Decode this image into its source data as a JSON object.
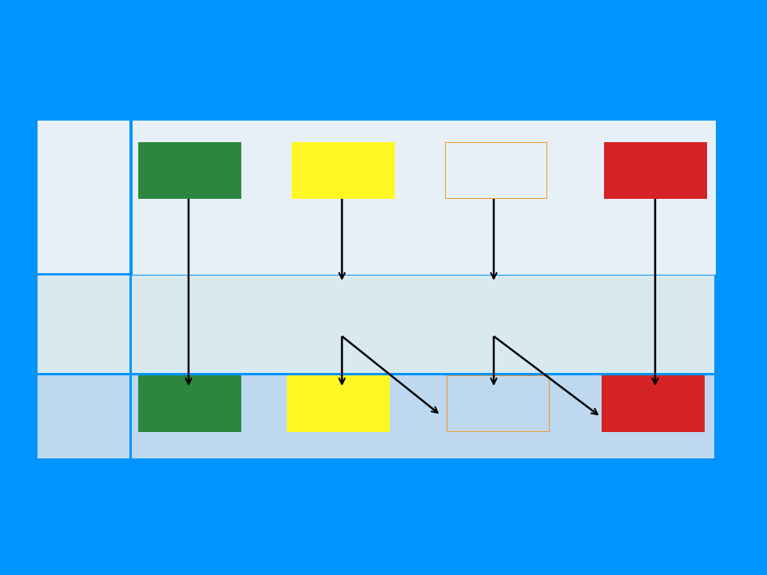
{
  "colors": {
    "background": "#0094ff",
    "row1": "#e8f0f7",
    "row2": "#d8e9f0",
    "row3": "#bed9ef",
    "green": "#2b873f",
    "yellow": "#fff723",
    "red": "#d42326",
    "outline": "#f0962a",
    "arrow": "#000000"
  },
  "diagram": {
    "rows": [
      "row-top",
      "row-middle",
      "row-bottom"
    ],
    "top_boxes": [
      {
        "name": "green-box-top",
        "style": "green"
      },
      {
        "name": "yellow-box-top",
        "style": "yellow"
      },
      {
        "name": "outline-box-top",
        "style": "outline"
      },
      {
        "name": "red-box-top",
        "style": "red"
      }
    ],
    "bottom_boxes": [
      {
        "name": "green-box-bottom",
        "style": "green"
      },
      {
        "name": "yellow-box-bottom",
        "style": "yellow"
      },
      {
        "name": "outline-box-bottom",
        "style": "outline"
      },
      {
        "name": "red-box-bottom",
        "style": "red"
      }
    ],
    "connections": [
      {
        "from": "green-box-top",
        "to": "green-box-bottom"
      },
      {
        "from": "yellow-box-top",
        "to": "row-middle"
      },
      {
        "from": "outline-box-top",
        "to": "row-middle"
      },
      {
        "from": "red-box-top",
        "to": "red-box-bottom"
      },
      {
        "from": "row-middle",
        "to": "yellow-box-bottom"
      },
      {
        "from": "row-middle",
        "to": "outline-box-bottom"
      },
      {
        "from": "row-middle",
        "to": "outline-box-bottom"
      },
      {
        "from": "row-middle",
        "to": "red-box-bottom"
      }
    ]
  }
}
